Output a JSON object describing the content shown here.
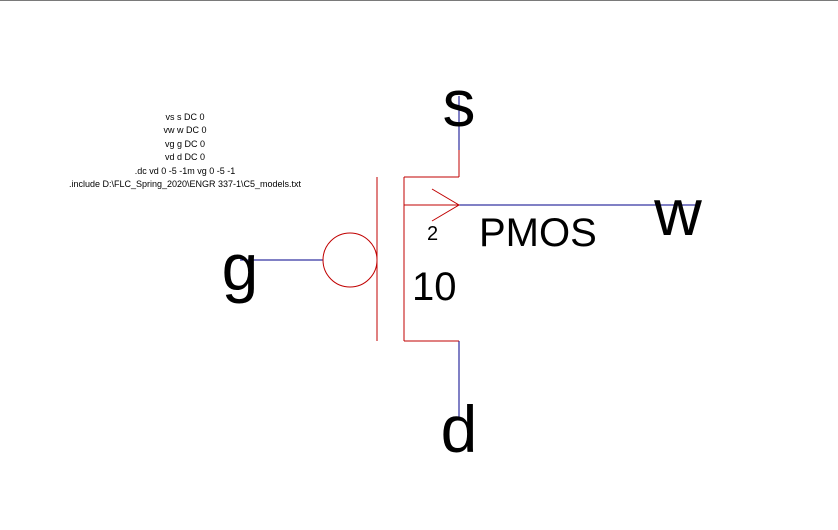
{
  "spice_directives": [
    "vs s DC 0",
    "vw w DC 0",
    "vg g DC 0",
    "vd d DC 0",
    ".dc vd 0 -5 -1m vg 0 -5 -1",
    ".include D:\\FLC_Spring_2020\\ENGR 337-1\\C5_models.txt"
  ],
  "device": {
    "model": "PMOS",
    "width_value": "10",
    "length_value": "2"
  },
  "nodes": {
    "source": "s",
    "bulk": "w",
    "gate": "g",
    "drain": "d"
  },
  "colors": {
    "device_symbol": "#c00000",
    "wire": "#00008b",
    "text": "#000000"
  }
}
